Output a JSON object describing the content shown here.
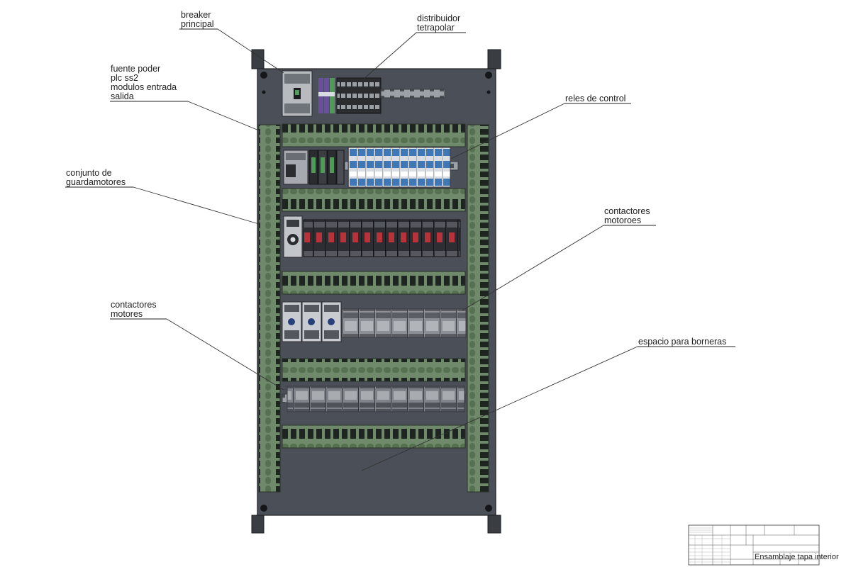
{
  "labels": {
    "breaker_principal": [
      "breaker",
      "principal"
    ],
    "distribuidor_tetrapolar": [
      "distribuidor",
      "tetrapolar"
    ],
    "fuente_poder": [
      "fuente poder",
      "plc ss2",
      "modulos entrada",
      "salida"
    ],
    "reles_de_control": [
      "reles de control"
    ],
    "conjunto_guardamotores": [
      "conjunto de",
      "guardamotores"
    ],
    "contactores_motoroes": [
      "contactores",
      "motoroes"
    ],
    "contactores_motores": [
      "contactores",
      "motores"
    ],
    "espacio_borneras": [
      "espacio para borneras"
    ]
  },
  "title_block": {
    "title": "Ensamblaje tapa interior"
  },
  "colors": {
    "panel": "#4b4f57",
    "rail": "#5d7a5a",
    "duct": "#6e8a6b",
    "device_dark": "#2a2c30",
    "device_gray": "#8c9096",
    "relay_blue": "#3f78b5",
    "accent_red": "#b8323a",
    "terminal_purple": "#6a4f9e",
    "terminal_green": "#4e9a56"
  }
}
